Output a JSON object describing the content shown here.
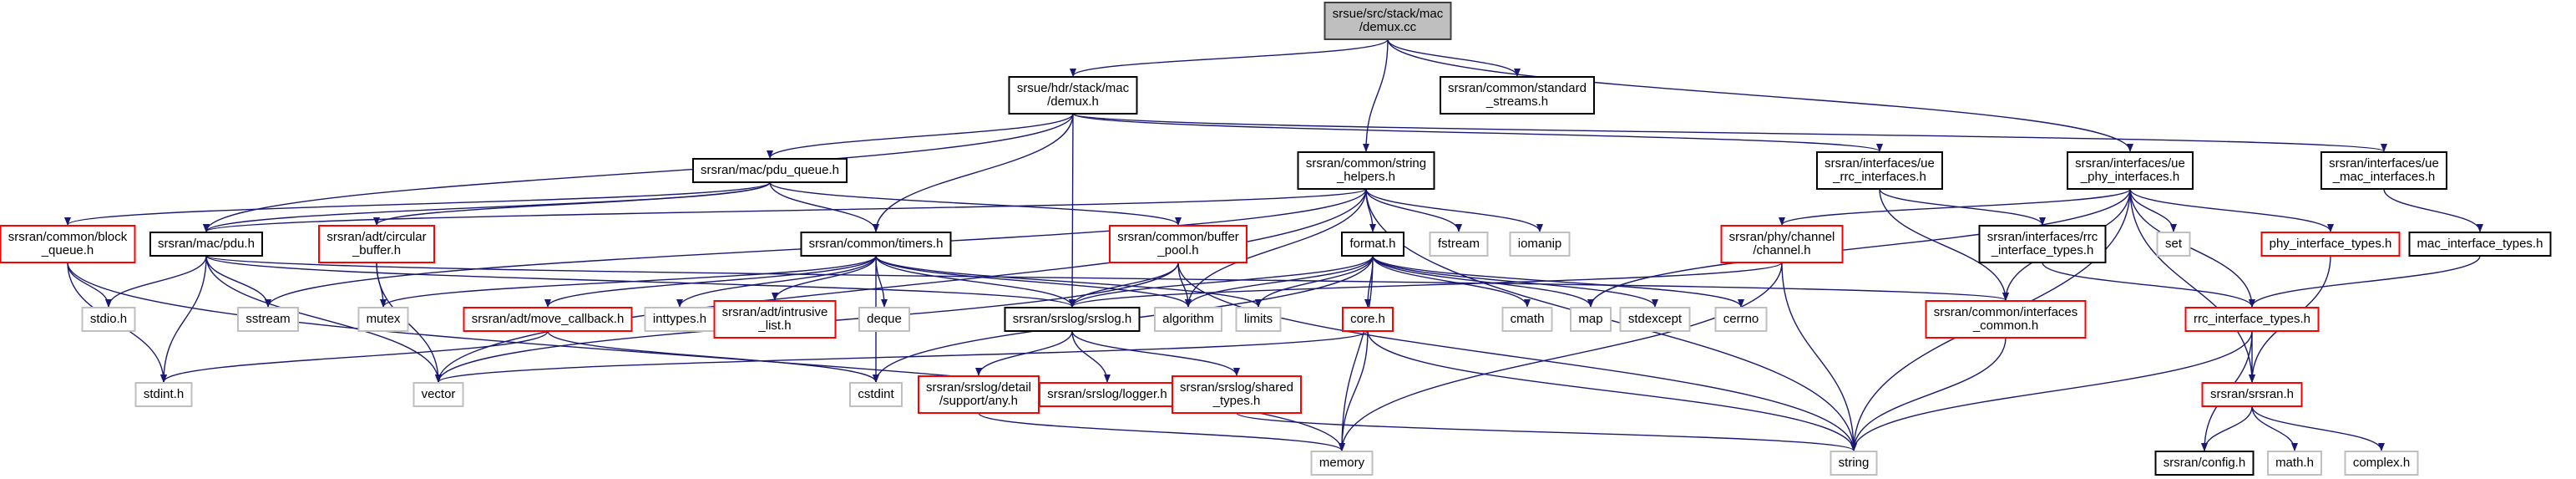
{
  "colors": {
    "edge": "#191970",
    "root_fill": "#bfbfbf",
    "root_border": "#404040",
    "documented_border": "#000000",
    "truncated_border": "#ff0000",
    "external_border": "#bfbfbf",
    "node_fill": "#ffffff"
  },
  "nodes": [
    {
      "id": "demux_cc",
      "lines": [
        "srsue/src/stack/mac",
        "/demux.cc"
      ],
      "kind": "root"
    },
    {
      "id": "demux_h",
      "lines": [
        "srsue/hdr/stack/mac",
        "/demux.h"
      ],
      "kind": "documented"
    },
    {
      "id": "std_streams",
      "lines": [
        "srsran/common/standard",
        "_streams.h"
      ],
      "kind": "documented"
    },
    {
      "id": "pdu_queue",
      "lines": [
        "srsran/mac/pdu_queue.h"
      ],
      "kind": "documented"
    },
    {
      "id": "string_helpers",
      "lines": [
        "srsran/common/string",
        "_helpers.h"
      ],
      "kind": "documented"
    },
    {
      "id": "ue_rrc_if",
      "lines": [
        "srsran/interfaces/ue",
        "_rrc_interfaces.h"
      ],
      "kind": "documented"
    },
    {
      "id": "ue_phy_if",
      "lines": [
        "srsran/interfaces/ue",
        "_phy_interfaces.h"
      ],
      "kind": "documented"
    },
    {
      "id": "ue_mac_if",
      "lines": [
        "srsran/interfaces/ue",
        "_mac_interfaces.h"
      ],
      "kind": "documented"
    },
    {
      "id": "block_queue",
      "lines": [
        "srsran/common/block",
        "_queue.h"
      ],
      "kind": "truncated"
    },
    {
      "id": "mac_pdu",
      "lines": [
        "srsran/mac/pdu.h"
      ],
      "kind": "documented"
    },
    {
      "id": "circular_buffer",
      "lines": [
        "srsran/adt/circular",
        "_buffer.h"
      ],
      "kind": "truncated"
    },
    {
      "id": "timers",
      "lines": [
        "srsran/common/timers.h"
      ],
      "kind": "documented"
    },
    {
      "id": "buffer_pool",
      "lines": [
        "srsran/common/buffer",
        "_pool.h"
      ],
      "kind": "truncated"
    },
    {
      "id": "format_h",
      "lines": [
        "format.h"
      ],
      "kind": "documented"
    },
    {
      "id": "fstream",
      "lines": [
        "fstream"
      ],
      "kind": "external"
    },
    {
      "id": "iomanip",
      "lines": [
        "iomanip"
      ],
      "kind": "external"
    },
    {
      "id": "phy_channel",
      "lines": [
        "srsran/phy/channel",
        "/channel.h"
      ],
      "kind": "truncated"
    },
    {
      "id": "rrc_iface_types",
      "lines": [
        "srsran/interfaces/rrc",
        "_interface_types.h"
      ],
      "kind": "documented"
    },
    {
      "id": "set",
      "lines": [
        "set"
      ],
      "kind": "external"
    },
    {
      "id": "phy_iface_types",
      "lines": [
        "phy_interface_types.h"
      ],
      "kind": "truncated"
    },
    {
      "id": "mac_iface_types",
      "lines": [
        "mac_interface_types.h"
      ],
      "kind": "documented"
    },
    {
      "id": "stdio",
      "lines": [
        "stdio.h"
      ],
      "kind": "external"
    },
    {
      "id": "sstream",
      "lines": [
        "sstream"
      ],
      "kind": "external"
    },
    {
      "id": "mutex",
      "lines": [
        "mutex"
      ],
      "kind": "external"
    },
    {
      "id": "move_callback",
      "lines": [
        "srsran/adt/move_callback.h"
      ],
      "kind": "truncated"
    },
    {
      "id": "inttypes",
      "lines": [
        "inttypes.h"
      ],
      "kind": "external"
    },
    {
      "id": "intrusive_list",
      "lines": [
        "srsran/adt/intrusive",
        "_list.h"
      ],
      "kind": "truncated"
    },
    {
      "id": "deque",
      "lines": [
        "deque"
      ],
      "kind": "external"
    },
    {
      "id": "srslog",
      "lines": [
        "srsran/srslog/srslog.h"
      ],
      "kind": "documented"
    },
    {
      "id": "algorithm",
      "lines": [
        "algorithm"
      ],
      "kind": "external"
    },
    {
      "id": "limits",
      "lines": [
        "limits"
      ],
      "kind": "external"
    },
    {
      "id": "core_h",
      "lines": [
        "core.h"
      ],
      "kind": "truncated"
    },
    {
      "id": "cmath",
      "lines": [
        "cmath"
      ],
      "kind": "external"
    },
    {
      "id": "map",
      "lines": [
        "map"
      ],
      "kind": "external"
    },
    {
      "id": "stdexcept",
      "lines": [
        "stdexcept"
      ],
      "kind": "external"
    },
    {
      "id": "cerrno",
      "lines": [
        "cerrno"
      ],
      "kind": "external"
    },
    {
      "id": "iface_common",
      "lines": [
        "srsran/common/interfaces",
        "_common.h"
      ],
      "kind": "truncated"
    },
    {
      "id": "rrc_iface_types_h",
      "lines": [
        "rrc_interface_types.h"
      ],
      "kind": "truncated"
    },
    {
      "id": "stdint",
      "lines": [
        "stdint.h"
      ],
      "kind": "external"
    },
    {
      "id": "vector",
      "lines": [
        "vector"
      ],
      "kind": "external"
    },
    {
      "id": "cstdint",
      "lines": [
        "cstdint"
      ],
      "kind": "external"
    },
    {
      "id": "detail_any",
      "lines": [
        "srsran/srslog/detail",
        "/support/any.h"
      ],
      "kind": "truncated"
    },
    {
      "id": "srslog_logger",
      "lines": [
        "srsran/srslog/logger.h"
      ],
      "kind": "truncated"
    },
    {
      "id": "shared_types",
      "lines": [
        "srsran/srslog/shared",
        "_types.h"
      ],
      "kind": "truncated"
    },
    {
      "id": "srsran_h",
      "lines": [
        "srsran/srsran.h"
      ],
      "kind": "truncated"
    },
    {
      "id": "memory",
      "lines": [
        "memory"
      ],
      "kind": "external"
    },
    {
      "id": "string",
      "lines": [
        "string"
      ],
      "kind": "external"
    },
    {
      "id": "config_h",
      "lines": [
        "srsran/config.h"
      ],
      "kind": "documented"
    },
    {
      "id": "math_h",
      "lines": [
        "math.h"
      ],
      "kind": "external"
    },
    {
      "id": "complex_h",
      "lines": [
        "complex.h"
      ],
      "kind": "external"
    }
  ],
  "edges": [
    [
      "demux_cc",
      "demux_h"
    ],
    [
      "demux_cc",
      "std_streams"
    ],
    [
      "demux_cc",
      "string_helpers"
    ],
    [
      "demux_cc",
      "ue_phy_if"
    ],
    [
      "demux_h",
      "pdu_queue"
    ],
    [
      "demux_h",
      "mac_pdu"
    ],
    [
      "demux_h",
      "timers"
    ],
    [
      "demux_h",
      "srslog"
    ],
    [
      "demux_h",
      "ue_rrc_if"
    ],
    [
      "demux_h",
      "ue_mac_if"
    ],
    [
      "pdu_queue",
      "block_queue"
    ],
    [
      "pdu_queue",
      "mac_pdu"
    ],
    [
      "pdu_queue",
      "circular_buffer"
    ],
    [
      "pdu_queue",
      "timers"
    ],
    [
      "pdu_queue",
      "buffer_pool"
    ],
    [
      "string_helpers",
      "mac_pdu"
    ],
    [
      "string_helpers",
      "sstream"
    ],
    [
      "string_helpers",
      "vector"
    ],
    [
      "string_helpers",
      "format_h"
    ],
    [
      "string_helpers",
      "fstream"
    ],
    [
      "string_helpers",
      "iomanip"
    ],
    [
      "string_helpers",
      "algorithm"
    ],
    [
      "string_helpers",
      "string"
    ],
    [
      "ue_rrc_if",
      "rrc_iface_types"
    ],
    [
      "ue_rrc_if",
      "iface_common"
    ],
    [
      "ue_phy_if",
      "map"
    ],
    [
      "ue_phy_if",
      "phy_channel"
    ],
    [
      "ue_phy_if",
      "set"
    ],
    [
      "ue_phy_if",
      "phy_iface_types"
    ],
    [
      "ue_phy_if",
      "rrc_iface_types_h"
    ],
    [
      "ue_phy_if",
      "srsran_h"
    ],
    [
      "ue_phy_if",
      "string"
    ],
    [
      "ue_phy_if",
      "iface_common"
    ],
    [
      "ue_mac_if",
      "mac_iface_types"
    ],
    [
      "block_queue",
      "stdio"
    ],
    [
      "block_queue",
      "stdint"
    ],
    [
      "block_queue",
      "memory"
    ],
    [
      "mac_pdu",
      "stdio"
    ],
    [
      "mac_pdu",
      "sstream"
    ],
    [
      "mac_pdu",
      "stdint"
    ],
    [
      "mac_pdu",
      "vector"
    ],
    [
      "mac_pdu",
      "srslog"
    ],
    [
      "mac_pdu",
      "iface_common"
    ],
    [
      "circular_buffer",
      "mutex"
    ],
    [
      "circular_buffer",
      "vector"
    ],
    [
      "timers",
      "mutex"
    ],
    [
      "timers",
      "move_callback"
    ],
    [
      "timers",
      "inttypes"
    ],
    [
      "timers",
      "intrusive_list"
    ],
    [
      "timers",
      "deque"
    ],
    [
      "timers",
      "srslog"
    ],
    [
      "timers",
      "algorithm"
    ],
    [
      "timers",
      "limits"
    ],
    [
      "timers",
      "cstdint"
    ],
    [
      "buffer_pool",
      "srslog"
    ],
    [
      "buffer_pool",
      "algorithm"
    ],
    [
      "buffer_pool",
      "vector"
    ],
    [
      "buffer_pool",
      "string"
    ],
    [
      "format_h",
      "algorithm"
    ],
    [
      "format_h",
      "limits"
    ],
    [
      "format_h",
      "core_h"
    ],
    [
      "format_h",
      "cmath"
    ],
    [
      "format_h",
      "stdexcept"
    ],
    [
      "format_h",
      "cerrno"
    ],
    [
      "format_h",
      "memory"
    ],
    [
      "format_h",
      "cstdint"
    ],
    [
      "format_h",
      "srslog"
    ],
    [
      "format_h",
      "map"
    ],
    [
      "phy_channel",
      "srslog"
    ],
    [
      "phy_channel",
      "memory"
    ],
    [
      "phy_channel",
      "string"
    ],
    [
      "rrc_iface_types",
      "rrc_iface_types_h"
    ],
    [
      "phy_iface_types",
      "srsran_h"
    ],
    [
      "mac_iface_types",
      "rrc_iface_types_h"
    ],
    [
      "move_callback",
      "stdint"
    ],
    [
      "move_callback",
      "cstdint"
    ],
    [
      "srslog",
      "detail_any"
    ],
    [
      "srslog",
      "srslog_logger"
    ],
    [
      "srslog",
      "shared_types"
    ],
    [
      "core_h",
      "vector"
    ],
    [
      "core_h",
      "memory"
    ],
    [
      "core_h",
      "string"
    ],
    [
      "iface_common",
      "string"
    ],
    [
      "rrc_iface_types_h",
      "srsran_h"
    ],
    [
      "rrc_iface_types_h",
      "config_h"
    ],
    [
      "rrc_iface_types_h",
      "string"
    ],
    [
      "detail_any",
      "memory"
    ],
    [
      "shared_types",
      "string"
    ],
    [
      "srsran_h",
      "config_h"
    ],
    [
      "srsran_h",
      "math_h"
    ],
    [
      "srsran_h",
      "complex_h"
    ]
  ]
}
